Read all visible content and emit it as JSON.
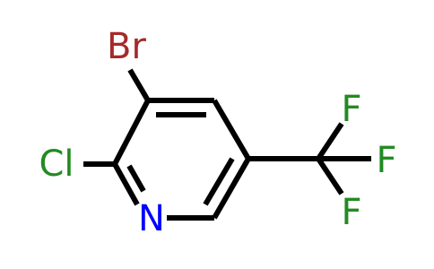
{
  "molecule": {
    "atoms": {
      "bromine": {
        "symbol": "Br",
        "color": "#a52a2a"
      },
      "chlorine": {
        "symbol": "Cl",
        "color": "#228b22"
      },
      "nitrogen": {
        "symbol": "N",
        "color": "#0000ff"
      },
      "fluorine_top": {
        "symbol": "F",
        "color": "#228b22"
      },
      "fluorine_right": {
        "symbol": "F",
        "color": "#228b22"
      },
      "fluorine_bottom": {
        "symbol": "F",
        "color": "#228b22"
      }
    },
    "bond_color": "#000000"
  }
}
